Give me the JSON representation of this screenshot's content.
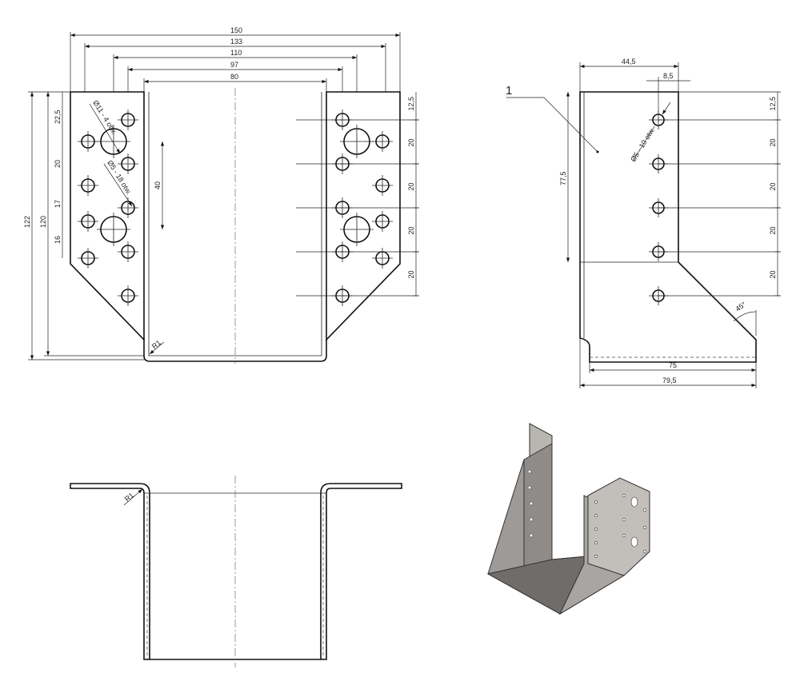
{
  "front_view": {
    "widths": [
      "150",
      "133",
      "110",
      "97",
      "80"
    ],
    "heights": [
      "122",
      "120"
    ],
    "chain_left": [
      "22,5",
      "20",
      "17",
      "16"
    ],
    "spacing": "40",
    "chain_right": [
      "12,5",
      "20",
      "20",
      "20",
      "20"
    ],
    "hole_large": "Ø11 - 4 otw.",
    "hole_small": "Ø5 - 18 otw.",
    "radius": "R1"
  },
  "side_view": {
    "part_number": "1",
    "width": "44,5",
    "offset": "8,5",
    "height": "77,5",
    "hole": "Ø5 - 10 otw.",
    "chain_right": [
      "12,5",
      "20",
      "20",
      "20",
      "20"
    ],
    "angle": "45°",
    "base_inner": "75",
    "base_outer": "79,5"
  },
  "top_view": {
    "radius": "R1"
  }
}
